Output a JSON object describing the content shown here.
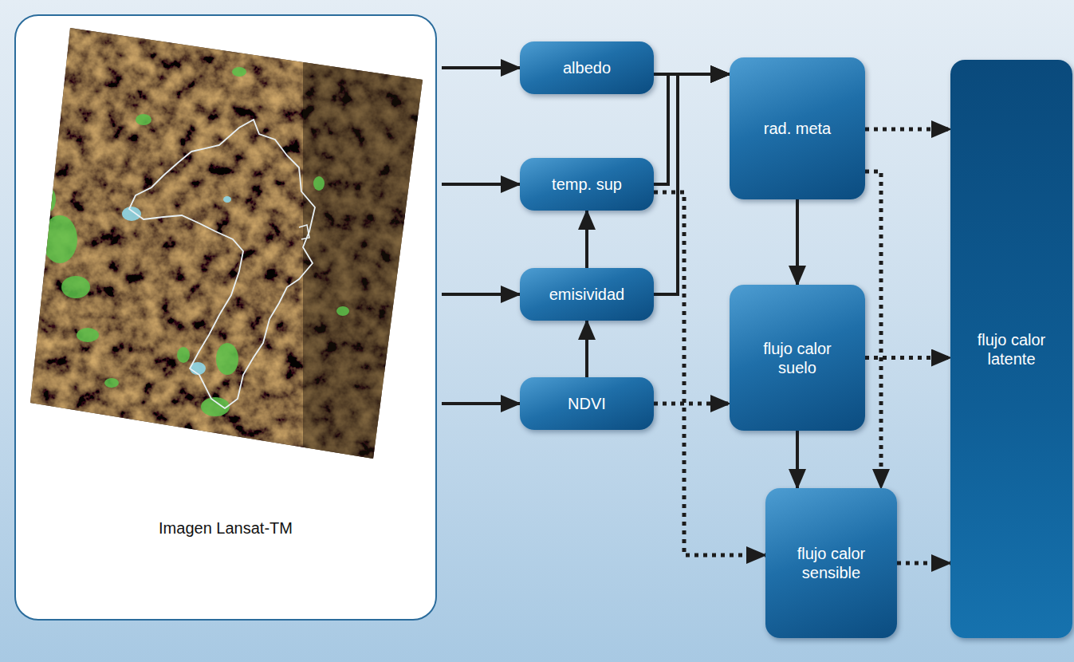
{
  "diagram": {
    "nodes": [
      {
        "text": [
          "Imagen Lansat-TM"
        ]
      },
      {
        "text": [
          "albedo"
        ]
      },
      {
        "text": [
          "temp. sup"
        ]
      },
      {
        "text": [
          "emisividad"
        ]
      },
      {
        "text": [
          "NDVI"
        ]
      },
      {
        "text": [
          "rad. meta"
        ]
      },
      {
        "text": [
          "flujo calor suelo"
        ]
      },
      {
        "text": [
          "flujo calor sensible"
        ]
      },
      {
        "text": [
          "flujo calor latente"
        ]
      }
    ],
    "edges": [
      {
        "from": 0,
        "to": 1,
        "arrow": "to"
      },
      {
        "from": 0,
        "to": 2,
        "arrow": "to"
      },
      {
        "from": 0,
        "to": 3,
        "arrow": "to"
      },
      {
        "from": 0,
        "to": 4,
        "arrow": "to"
      },
      {
        "from": 3,
        "to": 2,
        "arrow": "to"
      },
      {
        "from": 4,
        "to": 3,
        "arrow": "to"
      },
      {
        "from": 1,
        "to": 5,
        "arrow": "to"
      },
      {
        "from": 2,
        "to": 5,
        "arrow": "to"
      },
      {
        "from": 3,
        "to": 5,
        "arrow": "to"
      },
      {
        "from": 4,
        "to": 6,
        "arrow": "to"
      },
      {
        "from": 2,
        "to": 7,
        "arrow": "to"
      },
      {
        "from": 5,
        "to": 8,
        "arrow": "to"
      },
      {
        "from": 5,
        "to": 6,
        "arrow": "to"
      },
      {
        "from": 5,
        "to": 7,
        "arrow": "to"
      },
      {
        "from": 6,
        "to": 7,
        "arrow": "to"
      },
      {
        "from": 6,
        "to": 8,
        "arrow": "to"
      },
      {
        "from": 7,
        "to": 8,
        "arrow": "to"
      }
    ]
  }
}
